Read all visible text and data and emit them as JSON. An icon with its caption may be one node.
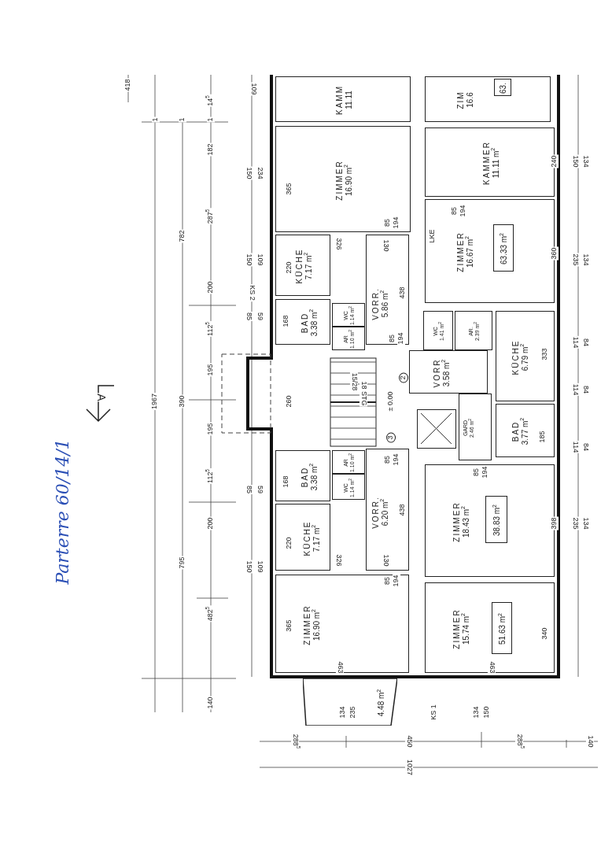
{
  "diagram": {
    "nodes": [
      {
        "text": [
          "KAMM",
          "11.11"
        ]
      },
      {
        "text": [
          "ZIM",
          "16.6"
        ]
      },
      {
        "text": [
          "63."
        ],
        "in": 1
      },
      {
        "text": [
          "ZIMMER",
          "16.90 m$^{2}$"
        ]
      },
      {
        "text": [
          "KAMMER",
          "11.11 m$^{2}$"
        ]
      },
      {
        "text": [
          "ZIMMER",
          "16.67 m$^{2}$"
        ]
      },
      {
        "text": [
          "63.33 m$^{2}$"
        ],
        "in": 5
      },
      {
        "text": [
          "KÜCHE",
          "7.17 m$^{2}$"
        ]
      },
      {
        "text": [
          "VORR.",
          "5.86 m$^{2}$"
        ]
      },
      {
        "text": [
          "BAD",
          "3.38 m$^{2}$"
        ]
      },
      {
        "text": [
          "WC",
          "1.14 m$^{2}$"
        ]
      },
      {
        "text": [
          "AR",
          "1.10 m$^{2}$"
        ]
      },
      {
        "text": [
          "WC",
          "1.41 m$^{2}$"
        ]
      },
      {
        "text": [
          "AR.",
          "2.39 m$^{2}$"
        ]
      },
      {
        "text": [
          "KÜCHE",
          "6.79 m$^{2}$"
        ]
      },
      {
        "text": [
          "VORR",
          "3.58 m$^{2}$"
        ]
      },
      {
        "text": [
          "GARD",
          "2.46 m$^{2}$"
        ]
      },
      {
        "text": [
          "BAD",
          "3.77 m$^{2}$"
        ]
      },
      {
        "text": [],
        "shape": "box"
      },
      {
        "text": [
          "BAD",
          "3.38 m$^{2}$"
        ]
      },
      {
        "text": [
          "AR",
          "1.10 m$^{2}$"
        ]
      },
      {
        "text": [
          "WC",
          "1.14 m$^{2}$"
        ]
      },
      {
        "text": [
          "KÜCHE",
          "7.17 m$^{2}$"
        ]
      },
      {
        "text": [
          "VORR.",
          "6.20 m$^{2}$"
        ]
      },
      {
        "text": [
          "ZIMMER",
          "18.43 m$^{2}$"
        ]
      },
      {
        "text": [
          "38.83 m$^{2}$"
        ],
        "in": 24
      },
      {
        "text": [
          "ZIMMER",
          "16.90 m$^{2}$"
        ]
      },
      {
        "text": [
          "ZIMMER",
          "15.74 m$^{2}$"
        ]
      },
      {
        "text": [
          "51.63 m$^{2}$"
        ],
        "in": 27
      },
      {
        "text": [
          "4.48 m$^{2}$"
        ]
      }
    ],
    "labels": [
      "418",
      "1967",
      "782",
      "390",
      "795",
      "1",
      "1",
      "1",
      "14$^{5}$",
      "182",
      "287$^{5}$",
      "200",
      "112$^{5}$",
      "195",
      "195",
      "112$^{5}$",
      "200",
      "482$^{5}$",
      "140",
      "109",
      "150",
      "234",
      "150",
      "109",
      "KS 2",
      "85",
      "59",
      "85",
      "59",
      "150",
      "109",
      "A",
      "365",
      "220",
      "168",
      "260",
      "168",
      "220",
      "365",
      "326",
      "326",
      "463",
      "463",
      "130",
      "130",
      "438",
      "438",
      "LKE",
      "15/28",
      "18 STG",
      "± 0.00",
      "2",
      "3",
      "240",
      "360",
      "333",
      "185",
      "398",
      "340",
      "150",
      "134",
      "235",
      "134",
      "114",
      "84",
      "114",
      "84",
      "114",
      "84",
      "235",
      "134",
      "134",
      "235",
      "KS 1",
      "134",
      "150",
      "288$^{5}$",
      "450",
      "288$^{5}$",
      "140",
      "1027",
      "Parterre 60/14/1",
      "85",
      "194",
      "85",
      "194",
      "85",
      "194",
      "85",
      "194",
      "85",
      "194",
      "85",
      "194"
    ]
  }
}
